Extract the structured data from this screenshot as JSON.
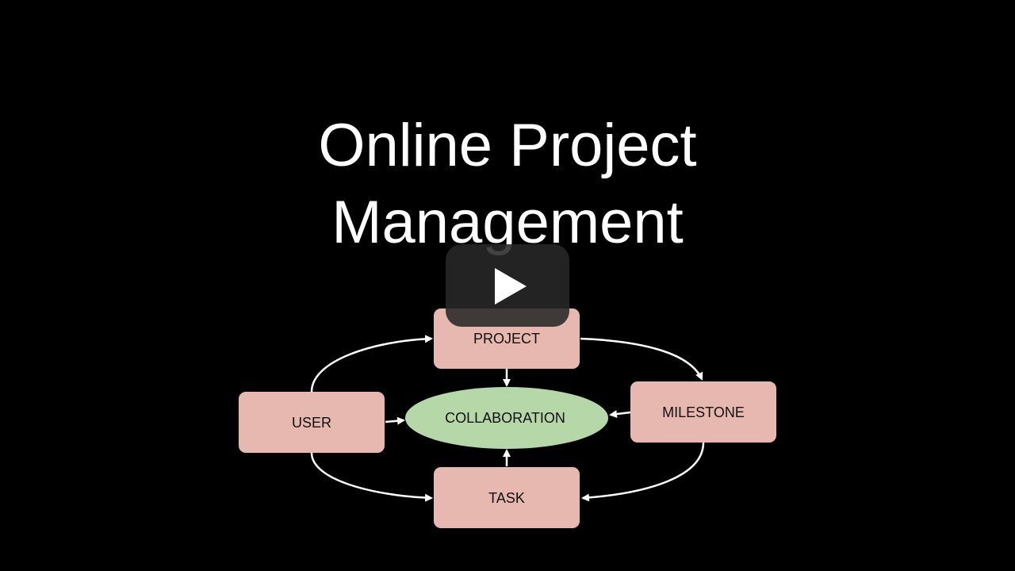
{
  "slide": {
    "title_line_1": "Online Project",
    "title_line_2": "Management"
  },
  "diagram": {
    "nodes": {
      "project": "PROJECT",
      "user": "USER",
      "collaboration": "COLLABORATION",
      "milestone": "MILESTONE",
      "task": "TASK"
    }
  },
  "player": {
    "play_icon": "play-icon"
  },
  "colors": {
    "background": "#000000",
    "title_text": "#ffffff",
    "box_fill": "#e6b8af",
    "ellipse_fill": "#b6d7a8",
    "arrow": "#ffffff",
    "play_button_bg": "#282828"
  }
}
